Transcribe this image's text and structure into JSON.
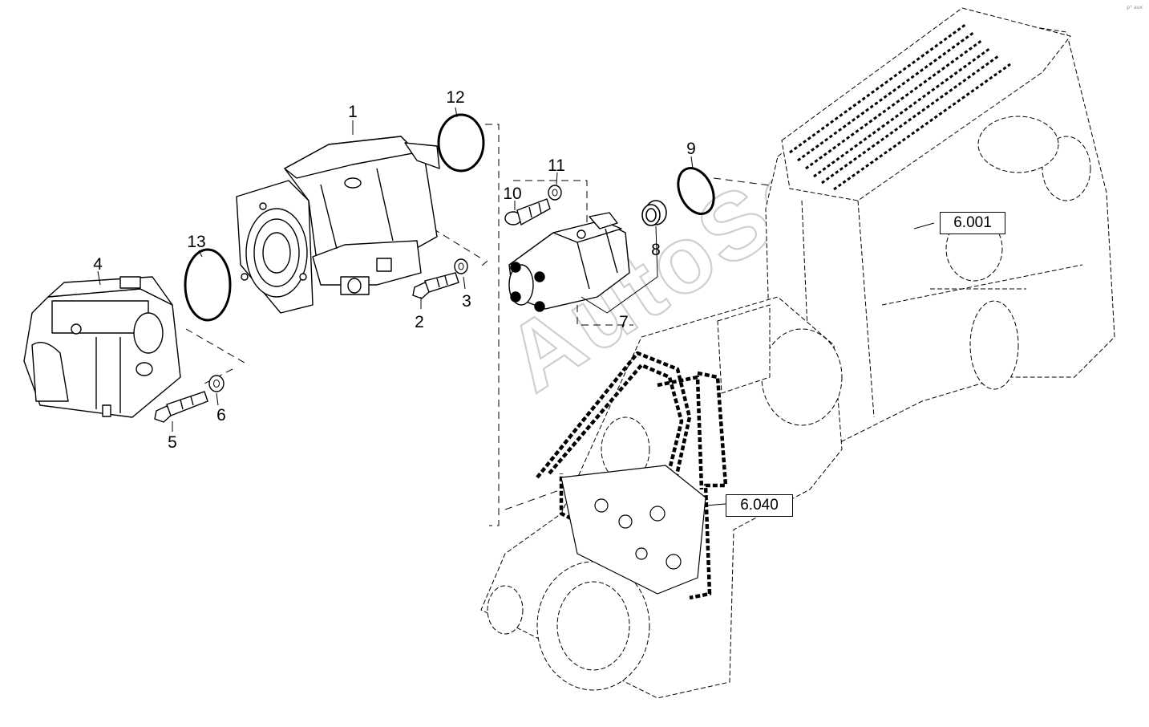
{
  "diagram": {
    "callouts": [
      "1",
      "2",
      "3",
      "4",
      "5",
      "6",
      "7",
      "8",
      "9",
      "10",
      "11",
      "12",
      "13"
    ],
    "references": [
      "6.001",
      "6.040"
    ],
    "watermark": "AutoSoft",
    "corner_mark": "p° aux"
  },
  "colors": {
    "ink": "#000000",
    "watermark": "#c8c8c8",
    "background": "#ffffff"
  }
}
